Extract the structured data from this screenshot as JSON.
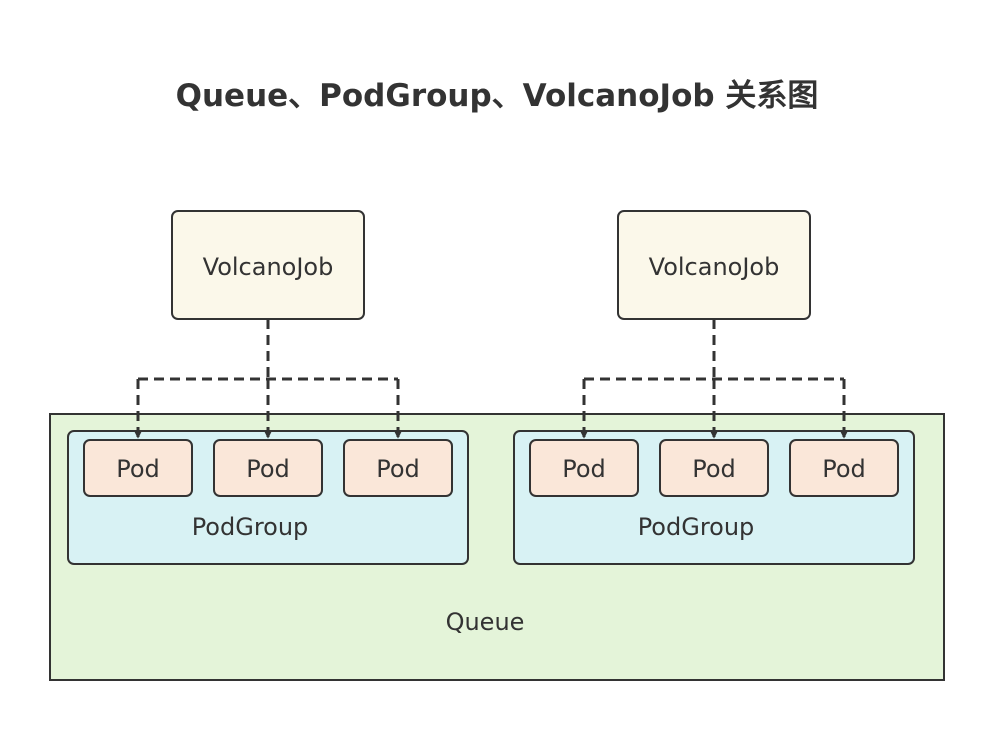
{
  "title": "Queue、PodGroup、VolcanoJob 关系图",
  "queue": {
    "label": "Queue"
  },
  "groups": [
    {
      "job_label": "VolcanoJob",
      "podgroup_label": "PodGroup",
      "pods": [
        "Pod",
        "Pod",
        "Pod"
      ]
    },
    {
      "job_label": "VolcanoJob",
      "podgroup_label": "PodGroup",
      "pods": [
        "Pod",
        "Pod",
        "Pod"
      ]
    }
  ],
  "colors": {
    "queue_fill": "#e4f4d9",
    "podgroup_fill": "#d8f2f4",
    "pod_fill": "#fae7d9",
    "job_fill": "#fbf8ea",
    "stroke": "#333333"
  }
}
